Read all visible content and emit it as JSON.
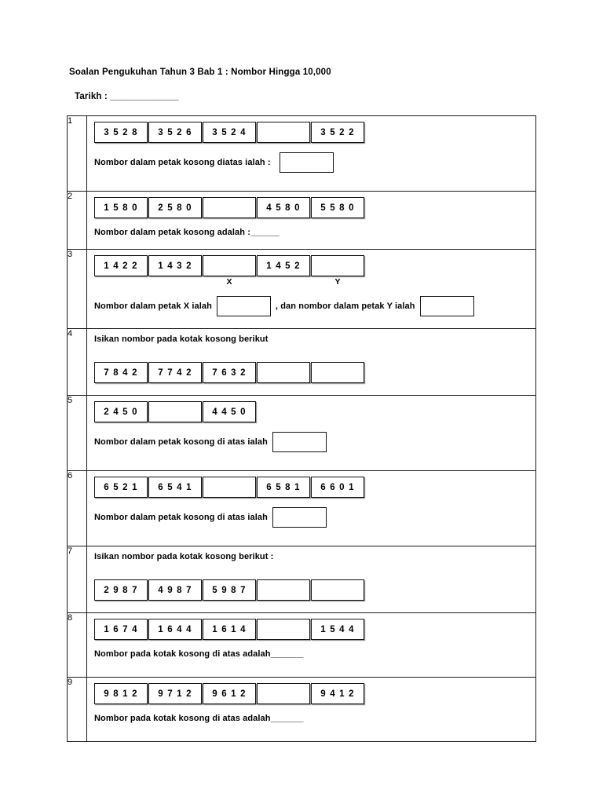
{
  "document": {
    "title": "Soalan Pengukuhan Tahun 3 Bab 1 : Nombor Hingga 10,000",
    "date_label": "Tarikh : ",
    "date_rule": "________________"
  },
  "questions": [
    {
      "number": "1",
      "boxes": [
        "3 5 2 8",
        "3 5 2 6",
        "3 5 2 4",
        "",
        "3 5 2 2"
      ],
      "statement_before": "Nombor dalam petak kosong diatas ialah :",
      "answer_box": true
    },
    {
      "number": "2",
      "boxes": [
        "1 5 8 0",
        "2 5 8 0",
        "",
        "4 5 8 0",
        "5 5 8 0"
      ],
      "statement_before": "Nombor dalam petak kosong adalah :",
      "statement_rule": "_______"
    },
    {
      "number": "3",
      "boxes": [
        "1 4 2 2",
        "1 4 3 2",
        "",
        "1 4 5 2",
        ""
      ],
      "markers": [
        "",
        "",
        "X",
        "",
        "Y"
      ],
      "statement_before": "Nombor dalam petak X ialah",
      "statement_middle": ", dan nombor dalam petak Y ialah",
      "answer_box": true,
      "answer_box_2": true
    },
    {
      "number": "4",
      "instruction": "Isikan nombor pada kotak kosong berikut",
      "boxes": [
        "7 8 4 2",
        "7 7 4 2",
        "7 6 3 2",
        "",
        ""
      ]
    },
    {
      "number": "5",
      "boxes": [
        "2 4 5 0",
        "",
        "4 4 5 0"
      ],
      "statement_before": "Nombor dalam petak kosong di atas ialah",
      "answer_box": true
    },
    {
      "number": "6",
      "boxes": [
        "6 5 2 1",
        "6 5 4 1",
        "",
        "6 5 8 1",
        "6 6 0 1"
      ],
      "statement_before": "Nombor dalam petak kosong di atas ialah",
      "answer_box": true
    },
    {
      "number": "7",
      "instruction": "Isikan nombor pada kotak kosong berikut :",
      "boxes": [
        "2 9 8 7",
        "4 9 8 7",
        "5 9 8 7",
        "",
        ""
      ]
    },
    {
      "number": "8",
      "boxes": [
        "1 6 7 4",
        "1 6 4 4",
        "1 6 1 4",
        "",
        "1 5 4 4"
      ],
      "statement_before": "Nombor pada kotak kosong di atas adalah ",
      "statement_rule": "________"
    },
    {
      "number": "9",
      "boxes": [
        "9 8 1 2",
        "9 7 1 2",
        "9 6 1 2",
        "",
        "9 4 1 2"
      ],
      "statement_before": "Nombor pada kotak kosong di atas adalah ",
      "statement_rule": "________"
    }
  ]
}
